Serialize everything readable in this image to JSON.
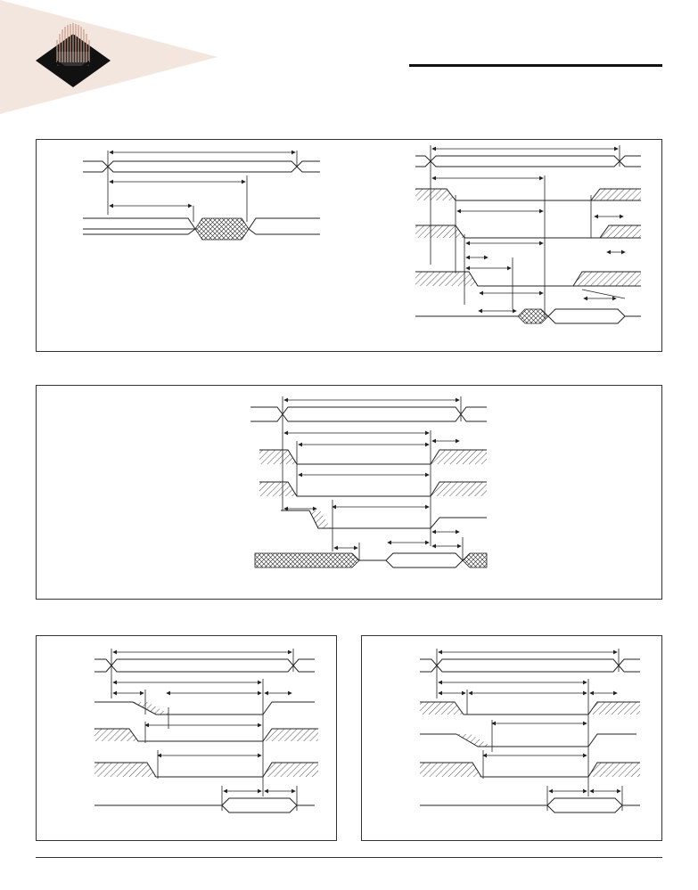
{
  "document": {
    "logo_icon": "stylized-crown-diamond-logo",
    "colors": {
      "corner_band": "#f3e6de",
      "logo_dark": "#111111",
      "logo_rays": "#c99a86",
      "lines": "#222222"
    },
    "diagrams": [
      {
        "id": "diagram-1",
        "kind": "timing-waveform"
      },
      {
        "id": "diagram-2",
        "kind": "timing-waveform"
      },
      {
        "id": "diagram-3",
        "kind": "timing-waveform"
      },
      {
        "id": "diagram-4",
        "kind": "timing-waveform"
      },
      {
        "id": "diagram-5",
        "kind": "timing-waveform"
      }
    ]
  }
}
